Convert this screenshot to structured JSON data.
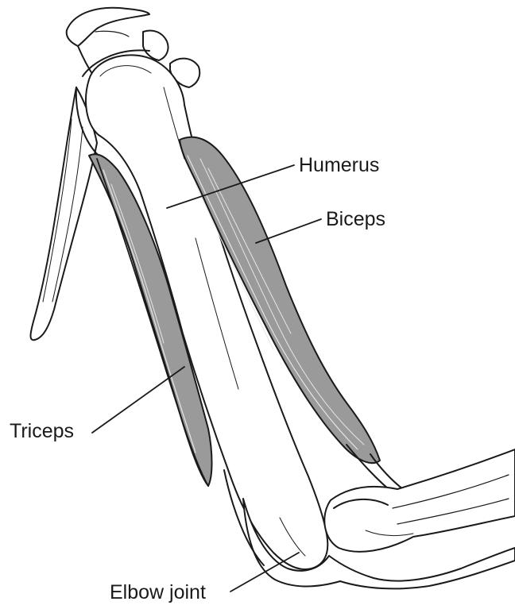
{
  "labels": {
    "humerus": "Humerus",
    "biceps": "Biceps",
    "triceps": "Triceps",
    "elbow_joint": "Elbow joint"
  },
  "colors": {
    "background": "#ffffff",
    "outline": "#1a1a1a",
    "muscle": "#9a9a9a",
    "muscle_fiber": "#e6e6e6",
    "bone": "#ffffff"
  }
}
